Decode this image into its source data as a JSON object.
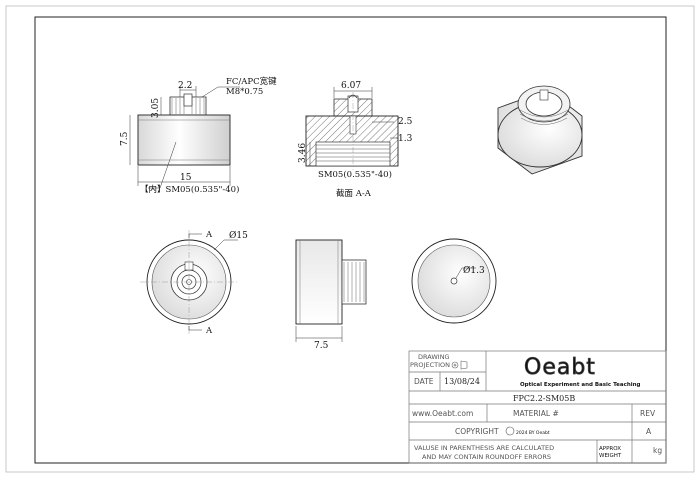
{
  "drawing": {
    "top_left": {
      "dim_width_top": "2.2",
      "dim_height_thread": "3.05",
      "dim_height_body": "7.5",
      "dim_width_body": "15",
      "note_line1": "FC/APC宽键",
      "note_line2": "M8*0.75",
      "thread_label": "【内】SM05(0.535\"-40)"
    },
    "section": {
      "dim_top": "6.07",
      "dim_r1": "2.5",
      "dim_r2": "1.3",
      "dim_left": "3.46",
      "thread_label": "SM05(0.535\"-40)",
      "caption": "截面 A-A"
    },
    "front": {
      "diameter": "Ø15",
      "marker_top": "A",
      "marker_bottom": "A"
    },
    "side": {
      "dim_width": "7.5"
    },
    "back": {
      "hole": "Ø1.3"
    }
  },
  "title_block": {
    "projection_line1": "DRAWING",
    "projection_line2": "PROJECTION",
    "date_label": "DATE",
    "date_value": "13/08/24",
    "logo": "Oeabt",
    "logo_tagline": "Optical Experiment and Basic Teaching",
    "part_number": "FPC2.2-SM05B",
    "website": "www.Oeabt.com",
    "material": "MATERIAL #",
    "rev_label": "REV",
    "rev_value": "A",
    "copyright": "COPYRIGHT",
    "copyright_small": "2024 BY Oeabt",
    "note_line1": "VALUSE IN PARENTHESIS ARE CALCULATED",
    "note_line2": "AND MAY CONTAIN ROUNDOFF ERRORS",
    "approx_line1": "APPROX",
    "approx_line2": "WEIGHT",
    "weight_unit": "kg"
  }
}
